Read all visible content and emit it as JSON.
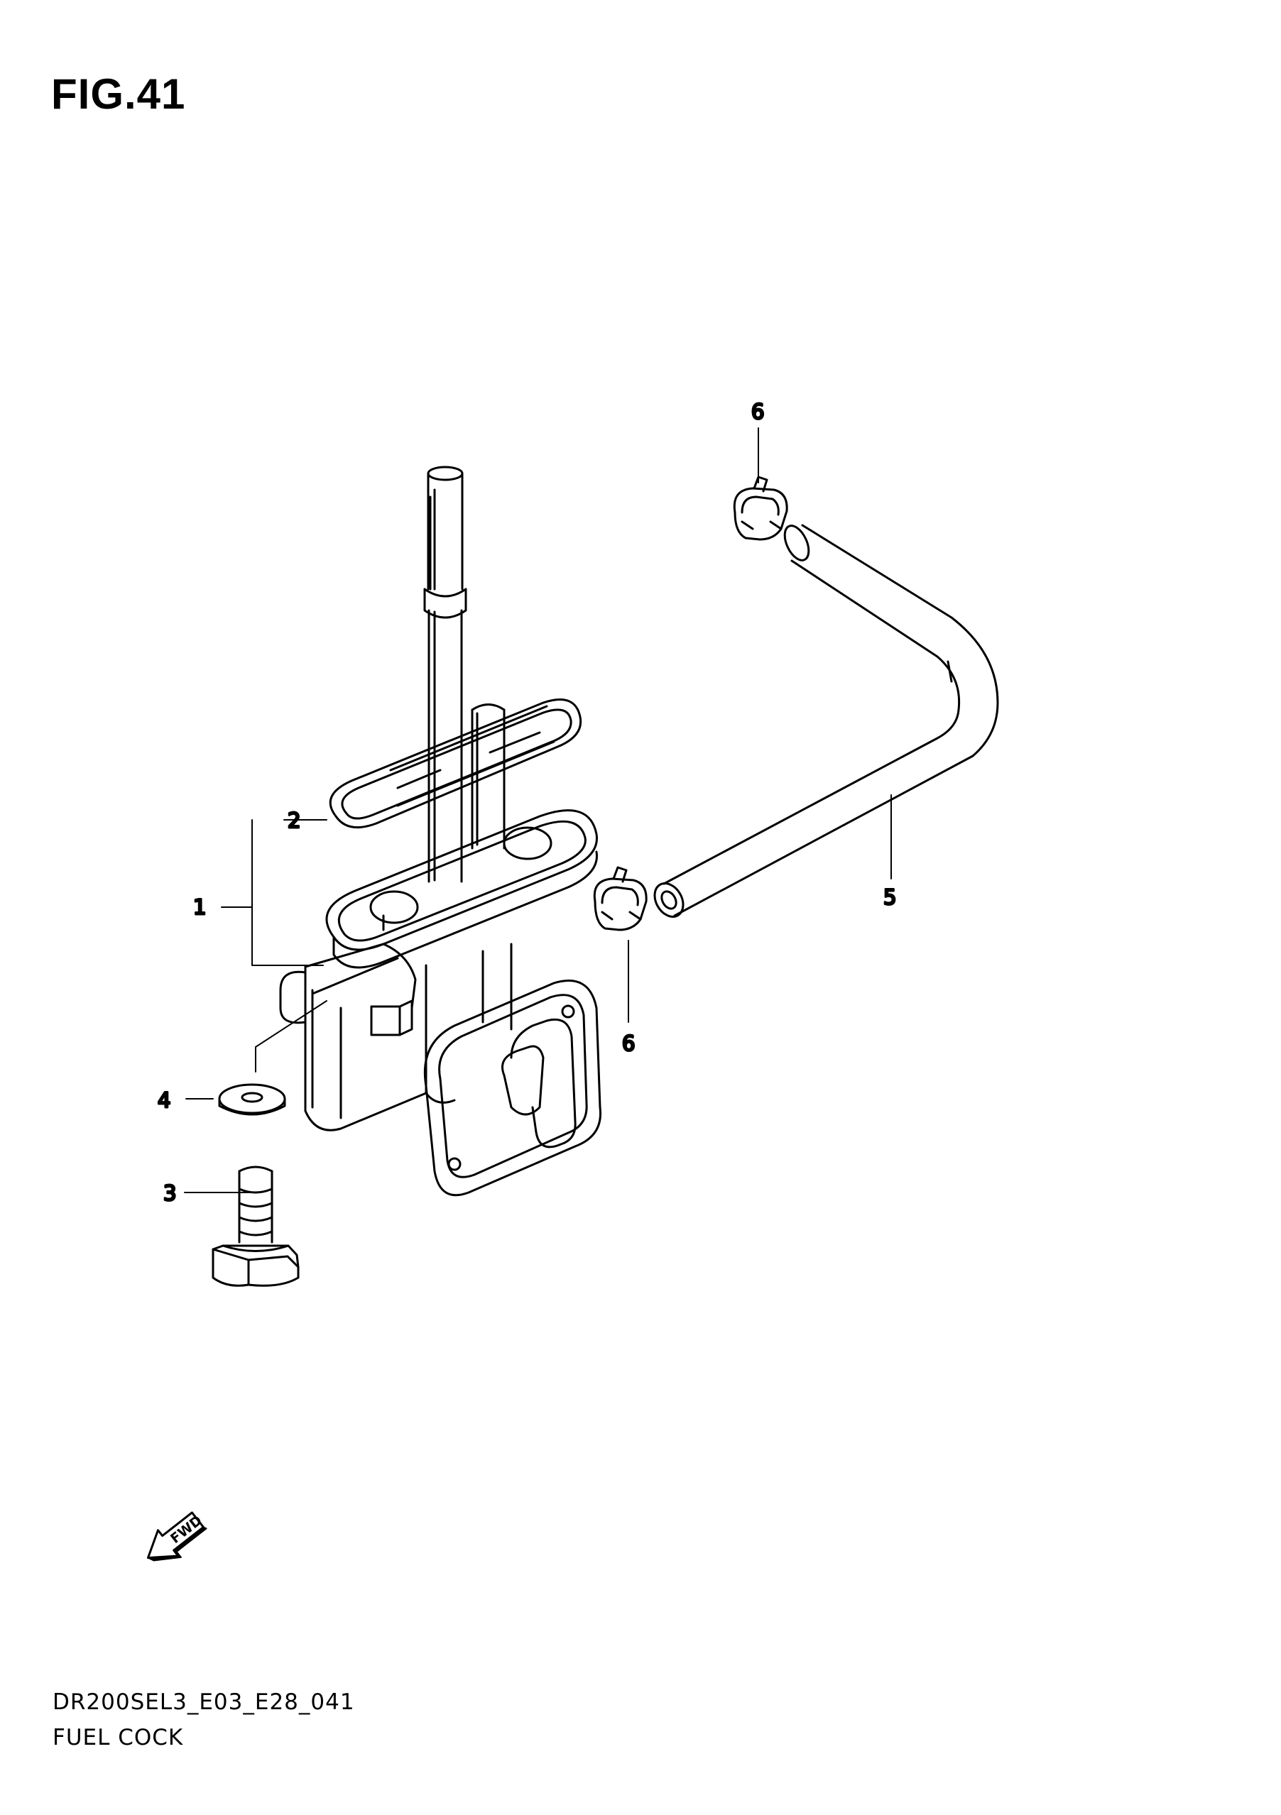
{
  "figure": {
    "title": "FIG.41",
    "drawing_code": "DR200SEL3_E03_E28_041",
    "drawing_name": "FUEL COCK"
  },
  "callouts": {
    "fuel_cock_assy": "1",
    "gasket": "2",
    "bolt": "3",
    "washer": "4",
    "fuel_hose": "5",
    "clamp_upper": "6",
    "clamp_lower": "6"
  },
  "direction_marker": {
    "label": "FWD",
    "icon": "forward-arrow-icon"
  },
  "colors": {
    "line": "#000000",
    "background": "#ffffff"
  }
}
